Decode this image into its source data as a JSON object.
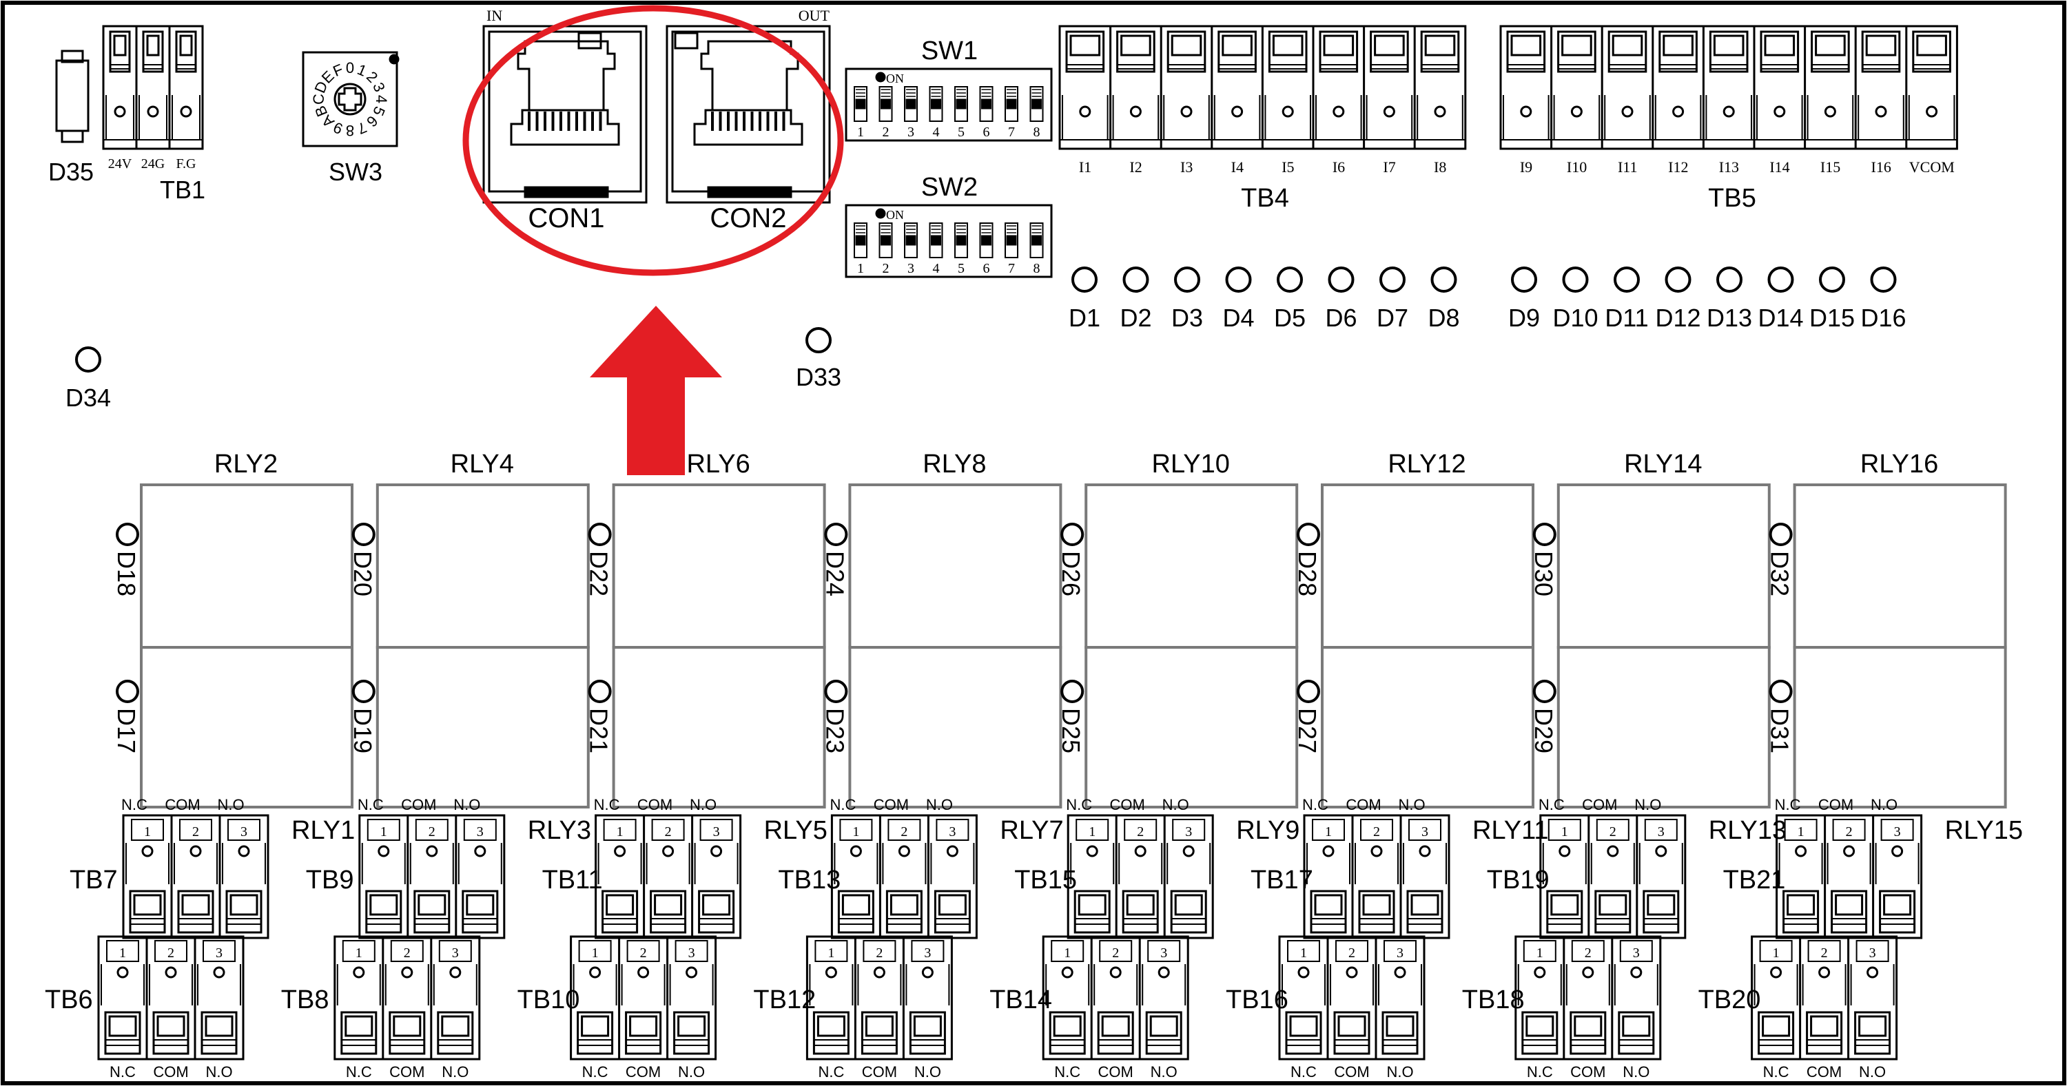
{
  "top": {
    "d35": "D35",
    "tb1": {
      "name": "TB1",
      "pins": [
        "24V",
        "24G",
        "F.G"
      ]
    },
    "sw3": {
      "name": "SW3",
      "dial": "0123456789ABCDEF"
    },
    "con1": {
      "name": "CON1",
      "tag": "IN"
    },
    "con2": {
      "name": "CON2",
      "tag": "OUT"
    },
    "sw1": {
      "name": "SW1",
      "on": "ON",
      "positions": [
        "1",
        "2",
        "3",
        "4",
        "5",
        "6",
        "7",
        "8"
      ]
    },
    "sw2": {
      "name": "SW2",
      "on": "ON",
      "positions": [
        "1",
        "2",
        "3",
        "4",
        "5",
        "6",
        "7",
        "8"
      ]
    },
    "tb4": {
      "name": "TB4",
      "pins": [
        "I1",
        "I2",
        "I3",
        "I4",
        "I5",
        "I6",
        "I7",
        "I8"
      ]
    },
    "tb5": {
      "name": "TB5",
      "pins": [
        "I9",
        "I10",
        "I11",
        "I12",
        "I13",
        "I14",
        "I15",
        "I16",
        "VCOM"
      ]
    },
    "leds_a": [
      "D1",
      "D2",
      "D3",
      "D4",
      "D5",
      "D6",
      "D7",
      "D8"
    ],
    "leds_b": [
      "D9",
      "D10",
      "D11",
      "D12",
      "D13",
      "D14",
      "D15",
      "D16"
    ],
    "d33": "D33",
    "d34": "D34"
  },
  "relay_groups": [
    {
      "top": "RLY2",
      "bottom": "RLY1",
      "led_top": "D18",
      "led_bottom": "D17",
      "tb_upper": "TB7",
      "tb_lower": "TB6"
    },
    {
      "top": "RLY4",
      "bottom": "RLY3",
      "led_top": "D20",
      "led_bottom": "D19",
      "tb_upper": "TB9",
      "tb_lower": "TB8"
    },
    {
      "top": "RLY6",
      "bottom": "RLY5",
      "led_top": "D22",
      "led_bottom": "D21",
      "tb_upper": "TB11",
      "tb_lower": "TB10"
    },
    {
      "top": "RLY8",
      "bottom": "RLY7",
      "led_top": "D24",
      "led_bottom": "D23",
      "tb_upper": "TB13",
      "tb_lower": "TB12"
    },
    {
      "top": "RLY10",
      "bottom": "RLY9",
      "led_top": "D26",
      "led_bottom": "D25",
      "tb_upper": "TB15",
      "tb_lower": "TB14"
    },
    {
      "top": "RLY12",
      "bottom": "RLY11",
      "led_top": "D28",
      "led_bottom": "D27",
      "tb_upper": "TB17",
      "tb_lower": "TB16"
    },
    {
      "top": "RLY14",
      "bottom": "RLY13",
      "led_top": "D30",
      "led_bottom": "D29",
      "tb_upper": "TB19",
      "tb_lower": "TB18"
    },
    {
      "top": "RLY16",
      "bottom": "RLY15",
      "led_top": "D32",
      "led_bottom": "D31",
      "tb_upper": "TB21",
      "tb_lower": "TB20"
    }
  ],
  "contact_labels": [
    "N.C",
    "COM",
    "N.O"
  ],
  "terminal_numbers": [
    "1",
    "2",
    "3"
  ],
  "colors": {
    "outline": "#000000",
    "relay_outline": "#7a7a7a",
    "highlight": "#e31e24"
  }
}
